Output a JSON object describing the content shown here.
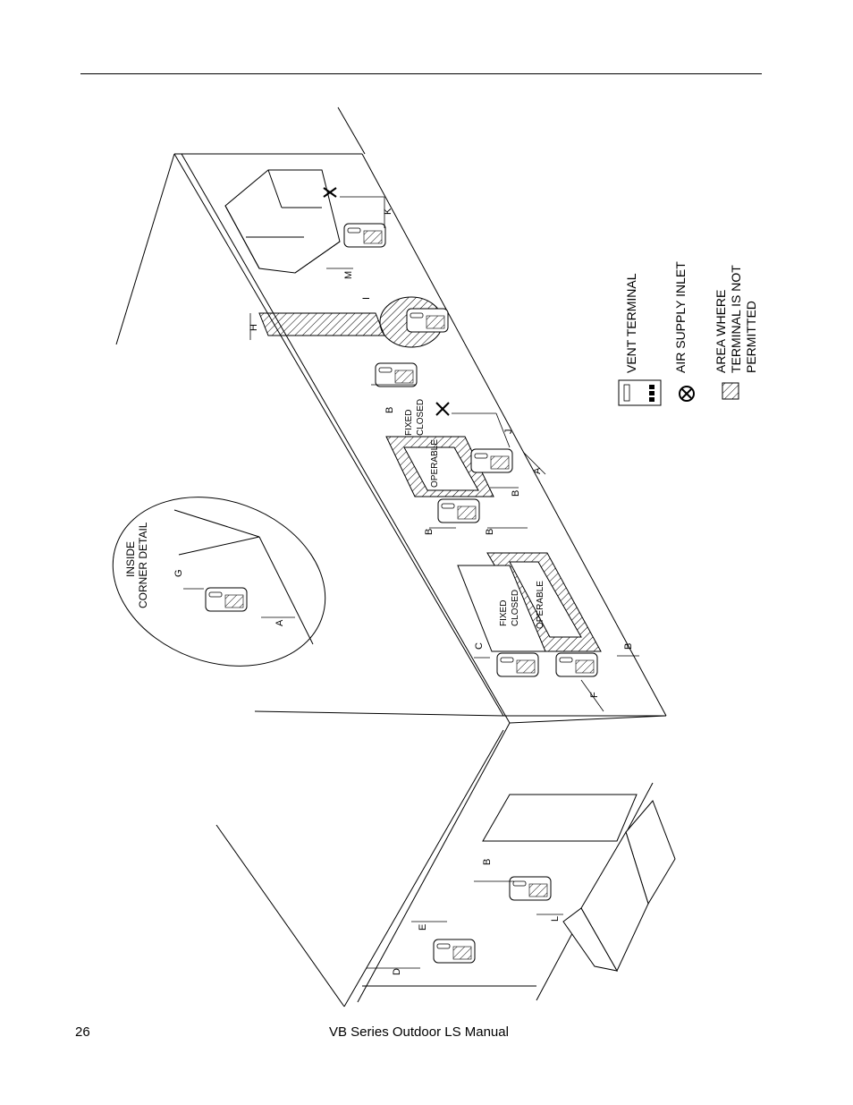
{
  "footer": {
    "page_number": "26",
    "manual_title": "VB Series Outdoor LS Manual"
  },
  "legend": {
    "vent_terminal": "VENT TERMINAL",
    "air_supply_inlet": "AIR SUPPLY INLET",
    "area_line1": "AREA WHERE",
    "area_line2": "TERMINAL IS NOT",
    "area_line3": "PERMITTED"
  },
  "labels": {
    "inside": "INSIDE",
    "corner_detail": "CORNER DETAIL",
    "fixed": "FIXED",
    "closed": "CLOSED",
    "operable": "OPERABLE",
    "A": "A",
    "B": "B",
    "C": "C",
    "D": "D",
    "E": "E",
    "F": "F",
    "G": "G",
    "H": "H",
    "I": "I",
    "J": "J",
    "K": "K",
    "L": "L",
    "M": "M"
  },
  "icons": [
    "vent-terminal-icon",
    "air-supply-inlet-icon",
    "hatched-area-icon"
  ]
}
